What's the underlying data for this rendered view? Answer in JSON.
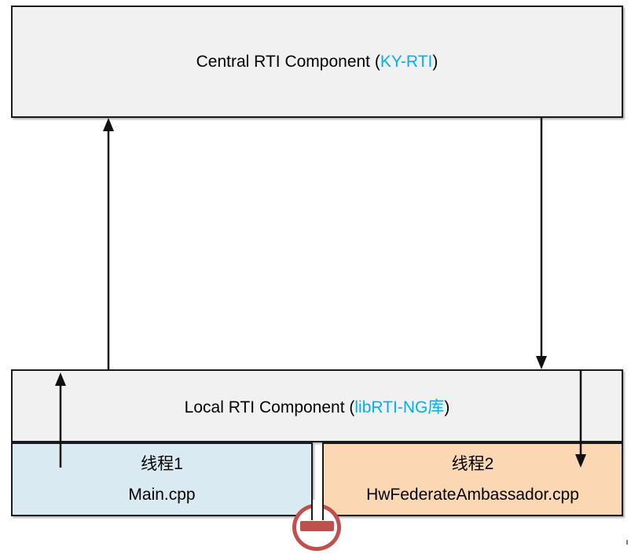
{
  "diagram": {
    "central_box": {
      "title_prefix": "Central RTI Component (",
      "title_highlight": "KY-RTI",
      "title_suffix": ")"
    },
    "local_box": {
      "title_prefix": "Local RTI Component (",
      "title_highlight": "libRTI-NG库",
      "title_suffix": ")"
    },
    "thread1": {
      "line1": "线程1",
      "line2": "Main.cpp"
    },
    "thread2": {
      "line1": "线程2",
      "line2": "HwFederateAmbassador.cpp"
    },
    "icons": {
      "minus_icon": "minus-in-circle"
    },
    "colors": {
      "highlight_text": "#00b0f0",
      "box_fill": "#f1f1f1",
      "thread1_fill": "#daeaf2",
      "thread2_fill": "#fbd7b3",
      "minus_red": "#c0504d",
      "border": "#1a1a1a"
    }
  }
}
